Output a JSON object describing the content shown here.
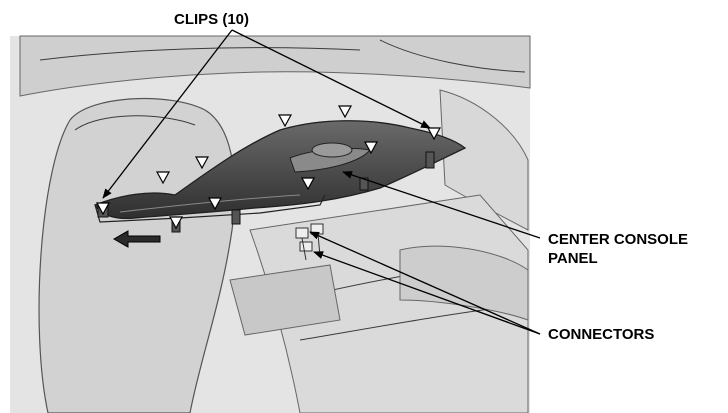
{
  "callouts": {
    "clips": "CLIPS (10)",
    "center_console_panel_line1": "CENTER CONSOLE",
    "center_console_panel_line2": "PANEL",
    "connectors": "CONNECTORS"
  },
  "colors": {
    "panel_dark": "#4a4a4a",
    "interior_light": "#dcdcdc",
    "outline": "#3a3a3a",
    "label_text": "#000000"
  },
  "icons": {
    "clip_marker": "triangle-down-icon",
    "removal_direction": "arrow-left-icon"
  }
}
